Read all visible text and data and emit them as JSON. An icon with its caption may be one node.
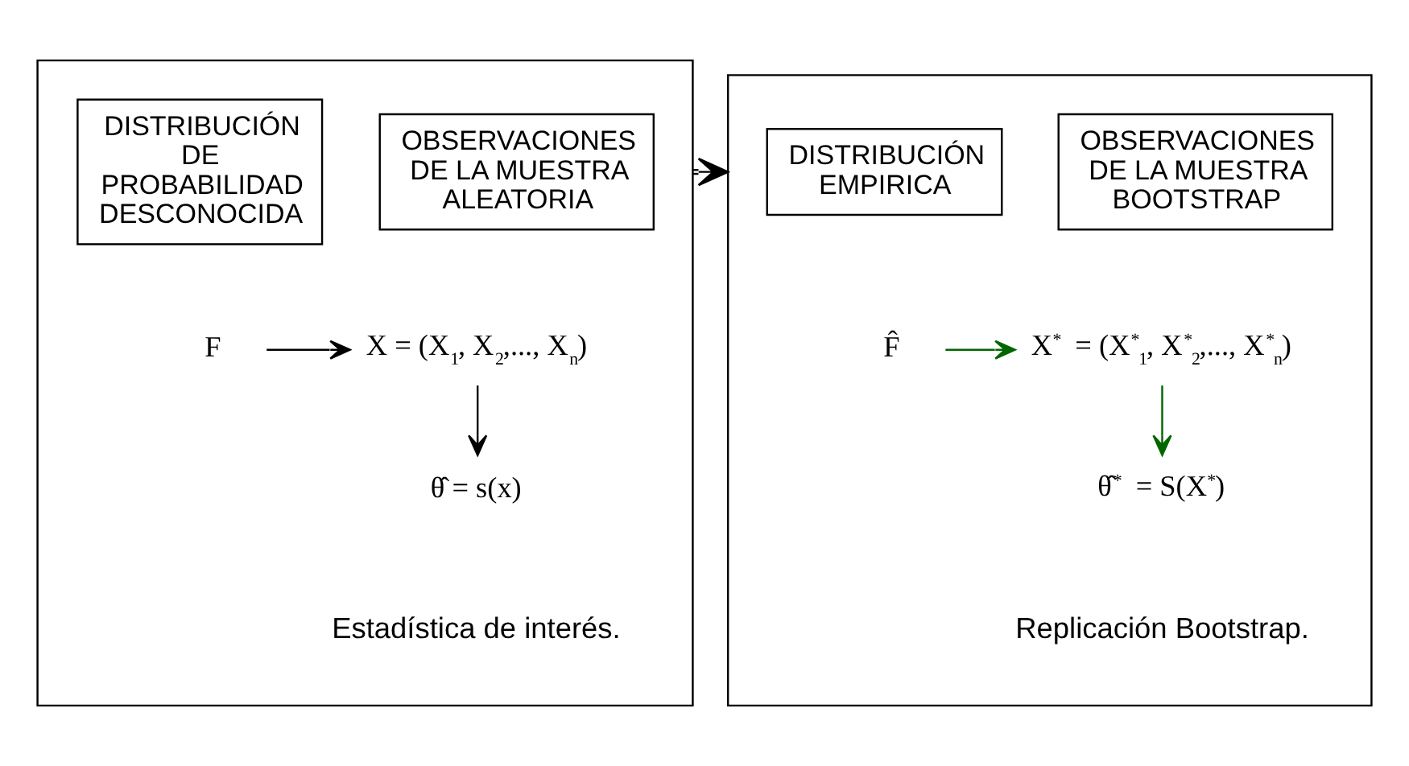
{
  "diagram": {
    "nodes": [
      {
        "text": [],
        "shape": "box"
      },
      {
        "text": [
          "DISTRIBUCIÓN DE PROBABILIDAD DESCONOCIDA"
        ],
        "in": 0
      },
      {
        "text": [
          "OBSERVACIONES DE LA MUESTRA ALEATORIA"
        ],
        "in": 0
      },
      {
        "text": [
          "F"
        ],
        "in": 0
      },
      {
        "text": [
          "X = (X$_{1}$, X$_{2}$,..., X$_{n}$)"
        ],
        "in": 0
      },
      {
        "text": [
          "θ̂ = s(x)"
        ],
        "in": 0
      },
      {
        "text": [],
        "shape": "box"
      },
      {
        "text": [
          "DISTRIBUCIÓN EMPIRICA"
        ],
        "in": 6
      },
      {
        "text": [
          "OBSERVACIONES DE LA MUESTRA BOOTSTRAP"
        ],
        "in": 6
      },
      {
        "text": [
          "F̂"
        ],
        "in": 6
      },
      {
        "text": [
          "X$^{*}$ = (X$^{*}$$_{1}$, X$^{*}$$_{2}$,..., X$^{*}$$_{n}$)"
        ],
        "in": 6
      },
      {
        "text": [
          "θ̂$^{*}$ = S(X$^{*}$)"
        ],
        "in": 6
      }
    ],
    "edges": [
      {
        "from": 3,
        "to": 4,
        "arrow": "to"
      },
      {
        "from": 4,
        "to": 5,
        "arrow": "to"
      },
      {
        "from": 0,
        "to": 6,
        "arrow": "to"
      },
      {
        "from": 9,
        "to": 10,
        "arrow": "to",
        "color": "#006600"
      },
      {
        "from": 10,
        "to": 11,
        "arrow": "to",
        "color": "#006600"
      }
    ],
    "labels": [
      "Estadística de interés.",
      "Replicación Bootstrap."
    ]
  }
}
